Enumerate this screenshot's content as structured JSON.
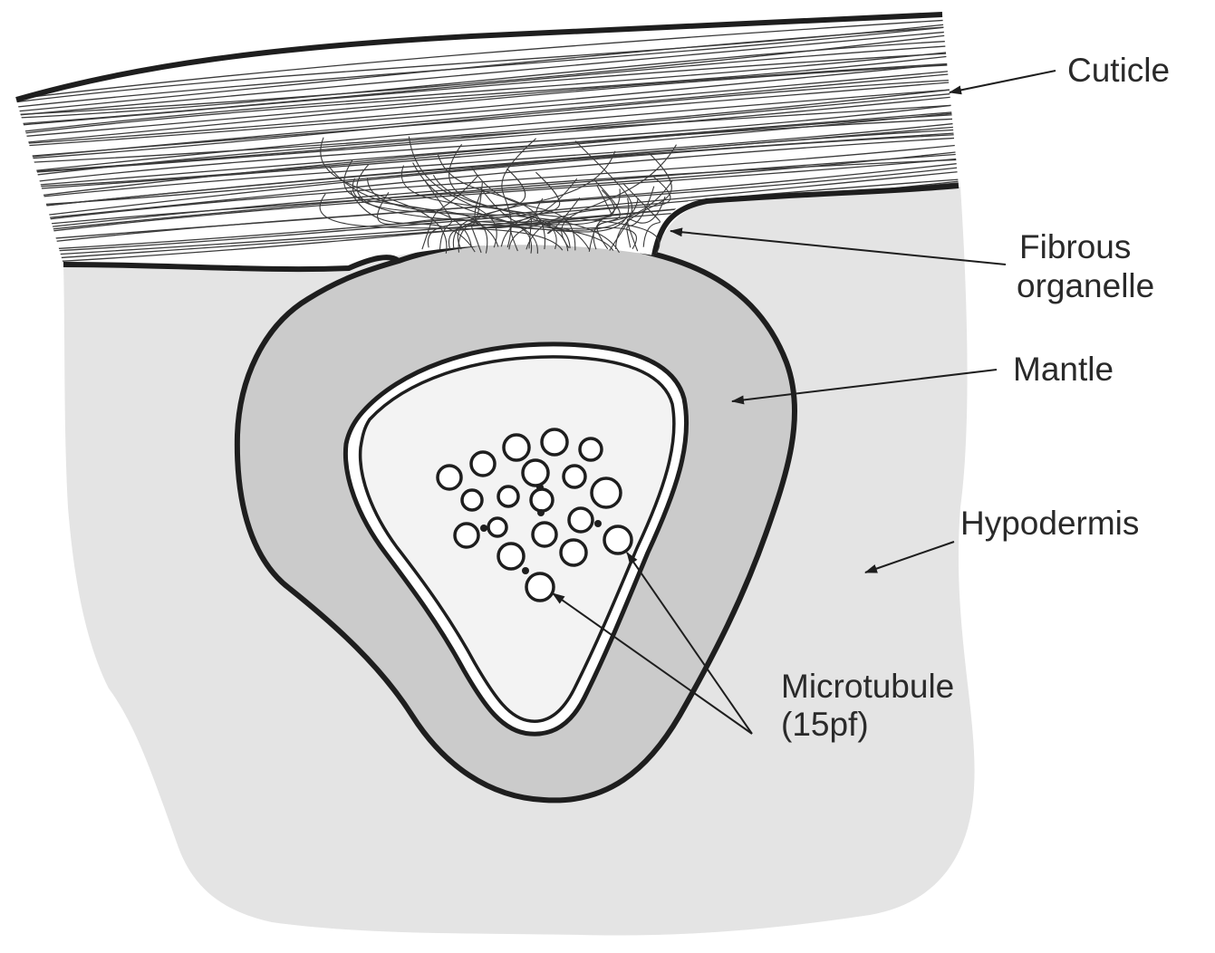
{
  "labels": {
    "cuticle": "Cuticle",
    "fibrous_line1": "Fibrous",
    "fibrous_line2": "organelle",
    "mantle": "Mantle",
    "hypodermis": "Hypodermis",
    "microtubule_line1": "Microtubule",
    "microtubule_line2": "(15pf)"
  },
  "colors": {
    "background": "#ffffff",
    "hypodermis_fill": "#e4e4e4",
    "mantle_fill": "#cbcbcb",
    "inner_fill": "#f3f3f3",
    "outline": "#1e1e1e"
  }
}
